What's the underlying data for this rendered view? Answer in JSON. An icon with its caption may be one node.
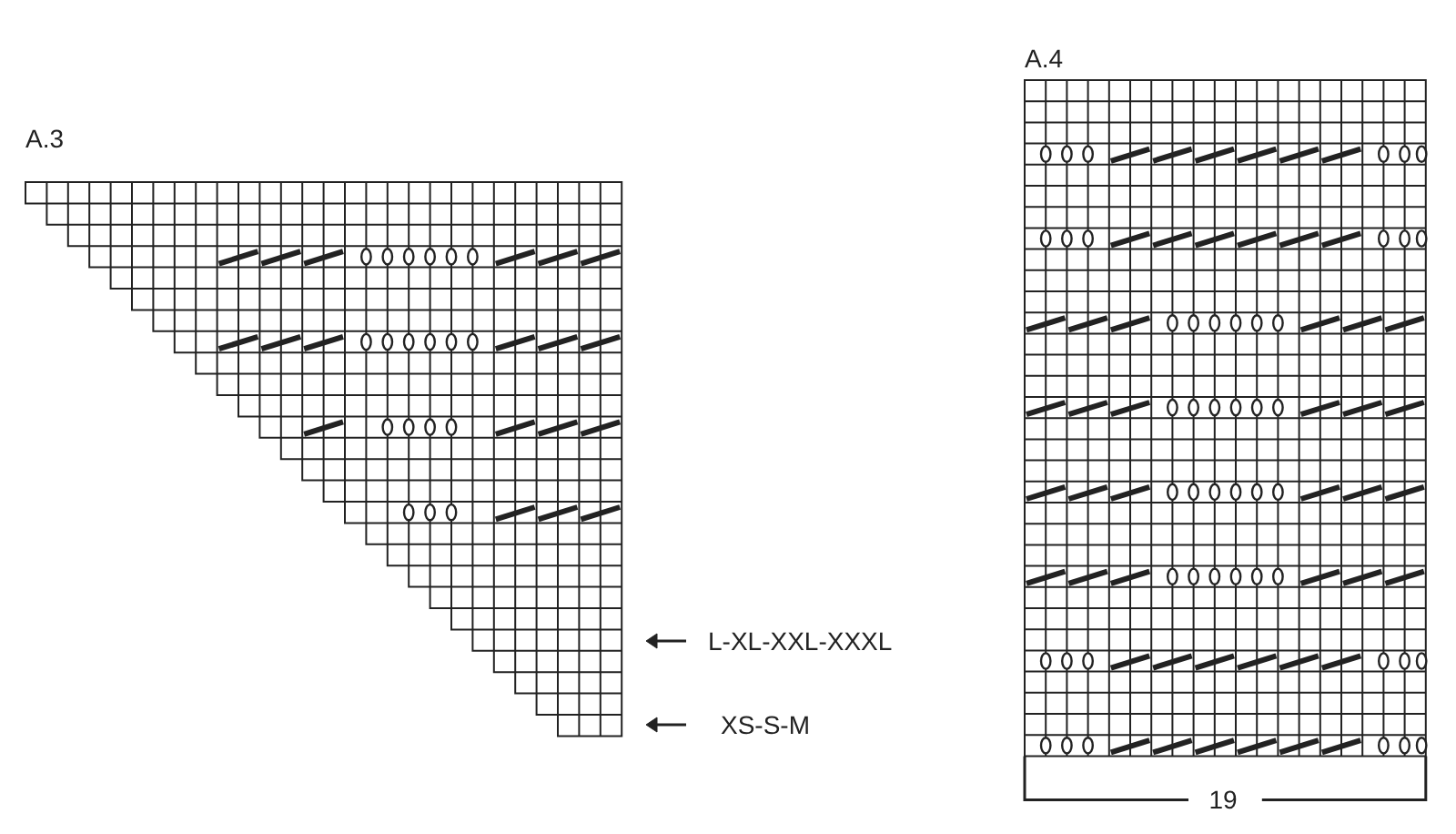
{
  "diagram": {
    "labels": [
      "A.3",
      "L-XL-XXL-XXXL",
      "XS-S-M",
      "A.4",
      "19"
    ]
  }
}
